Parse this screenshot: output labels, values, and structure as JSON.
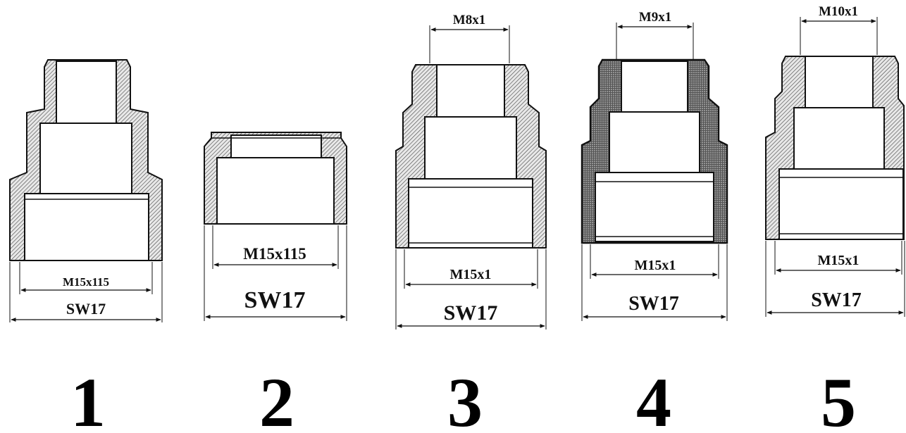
{
  "figures": [
    {
      "number": "1",
      "top_thread": "",
      "bottom_thread": "M15x115",
      "wrench_size": "SW17"
    },
    {
      "number": "2",
      "top_thread": "",
      "bottom_thread": "M15x115",
      "wrench_size": "SW17"
    },
    {
      "number": "3",
      "top_thread": "M8x1",
      "bottom_thread": "M15x1",
      "wrench_size": "SW17"
    },
    {
      "number": "4",
      "top_thread": "M9x1",
      "bottom_thread": "M15x1",
      "wrench_size": "SW17"
    },
    {
      "number": "5",
      "top_thread": "M10x1",
      "bottom_thread": "M15x1",
      "wrench_size": "SW17"
    }
  ],
  "colors": {
    "line": "#111111",
    "hatch": "#333333",
    "background": "#ffffff"
  }
}
